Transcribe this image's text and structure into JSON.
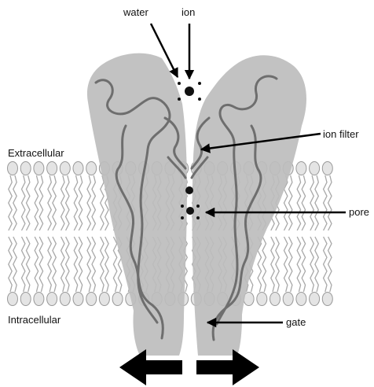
{
  "labels": {
    "water": "water",
    "ion": "ion",
    "ion_filter": "ion filter",
    "extracellular": "Extracellular",
    "pore": "pore",
    "intracellular": "Intracellular",
    "gate": "gate"
  },
  "colors": {
    "protein_fill": "#bdbdbd",
    "helix_stroke": "#6e6e6e",
    "lipid_head": "#e4e4e4",
    "lipid_head_stroke": "#9a9a9a",
    "lipid_tail": "#a8a8a8",
    "ion": "#111111",
    "arrow": "#000000"
  },
  "icons": {
    "gate_open_left": "left-block-arrow-icon",
    "gate_open_right": "right-block-arrow-icon"
  }
}
